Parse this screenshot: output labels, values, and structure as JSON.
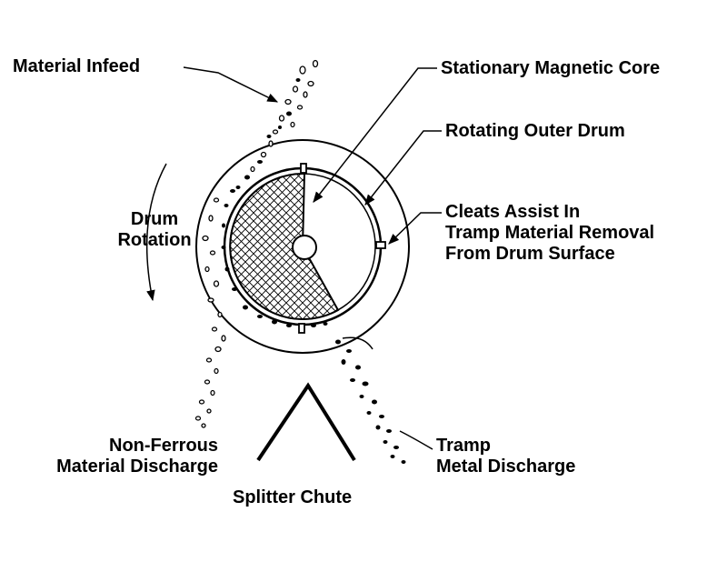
{
  "labels": {
    "material_infeed": "Material Infeed",
    "stationary_core": "Stationary Magnetic Core",
    "rotating_drum": "Rotating Outer Drum",
    "cleats": [
      "Cleats Assist In",
      "Tramp Material Removal",
      "From Drum Surface"
    ],
    "drum_rotation": [
      "Drum",
      "Rotation"
    ],
    "non_ferrous": [
      "Non-Ferrous",
      "Material Discharge"
    ],
    "tramp_discharge": [
      "Tramp",
      "Metal Discharge"
    ],
    "splitter_chute": "Splitter Chute"
  },
  "colors": {
    "ink": "#000000",
    "paper": "#ffffff"
  }
}
